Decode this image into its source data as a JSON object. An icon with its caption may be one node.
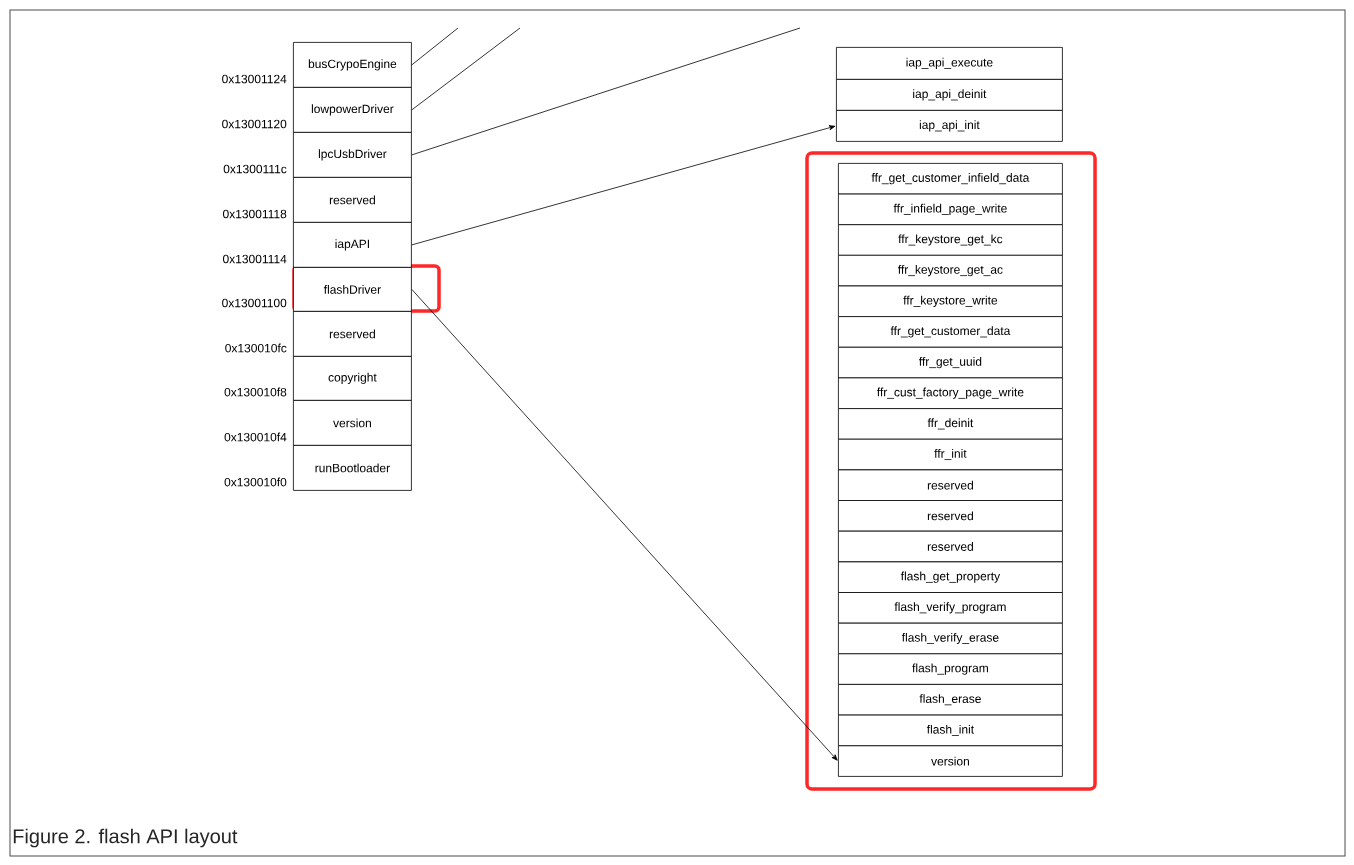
{
  "diagram": {
    "caption": "Figure 2. flash API layout",
    "nodes": [
      {
        "text": [
          "busCrypoEngine"
        ]
      },
      {
        "text": [
          "lowpowerDriver"
        ]
      },
      {
        "text": [
          "lpcUsbDriver"
        ]
      },
      {
        "text": [
          "reserved"
        ]
      },
      {
        "text": [
          "iapAPI"
        ]
      },
      {
        "text": [
          "flashDriver"
        ]
      },
      {
        "text": [
          "reserved"
        ]
      },
      {
        "text": [
          "copyright"
        ]
      },
      {
        "text": [
          "version"
        ]
      },
      {
        "text": [
          "runBootloader"
        ]
      },
      {
        "text": [
          "iap_api_execute"
        ]
      },
      {
        "text": [
          "iap_api_deinit"
        ]
      },
      {
        "text": [
          "iap_api_init"
        ]
      },
      {
        "text": [
          "ffr_get_customer_infield_data"
        ]
      },
      {
        "text": [
          "ffr_infield_page_write"
        ]
      },
      {
        "text": [
          "ffr_keystore_get_kc"
        ]
      },
      {
        "text": [
          "ffr_keystore_get_ac"
        ]
      },
      {
        "text": [
          "ffr_keystore_write"
        ]
      },
      {
        "text": [
          "ffr_get_customer_data"
        ]
      },
      {
        "text": [
          "ffr_get_uuid"
        ]
      },
      {
        "text": [
          "ffr_cust_factory_page_write"
        ]
      },
      {
        "text": [
          "ffr_deinit"
        ]
      },
      {
        "text": [
          "ffr_init"
        ]
      },
      {
        "text": [
          "reserved"
        ]
      },
      {
        "text": [
          "reserved"
        ]
      },
      {
        "text": [
          "reserved"
        ]
      },
      {
        "text": [
          "flash_get_property"
        ]
      },
      {
        "text": [
          "flash_verify_program"
        ]
      },
      {
        "text": [
          "flash_verify_erase"
        ]
      },
      {
        "text": [
          "flash_program"
        ]
      },
      {
        "text": [
          "flash_erase"
        ]
      },
      {
        "text": [
          "flash_init"
        ]
      },
      {
        "text": [
          "version"
        ]
      }
    ],
    "edges": [
      {
        "from": 0,
        "to": null,
        "arrow": "none"
      },
      {
        "from": 1,
        "to": null,
        "arrow": "none"
      },
      {
        "from": 2,
        "to": null,
        "arrow": "none"
      },
      {
        "from": 4,
        "to": 12,
        "arrow": "to"
      },
      {
        "from": 5,
        "to": 32,
        "arrow": "to"
      }
    ],
    "labels": [
      "0x13001124",
      "0x13001120",
      "0x1300111c",
      "0x13001118",
      "0x13001114",
      "0x13001100",
      "0x130010fc",
      "0x130010f8",
      "0x130010f4",
      "0x130010f0"
    ]
  }
}
